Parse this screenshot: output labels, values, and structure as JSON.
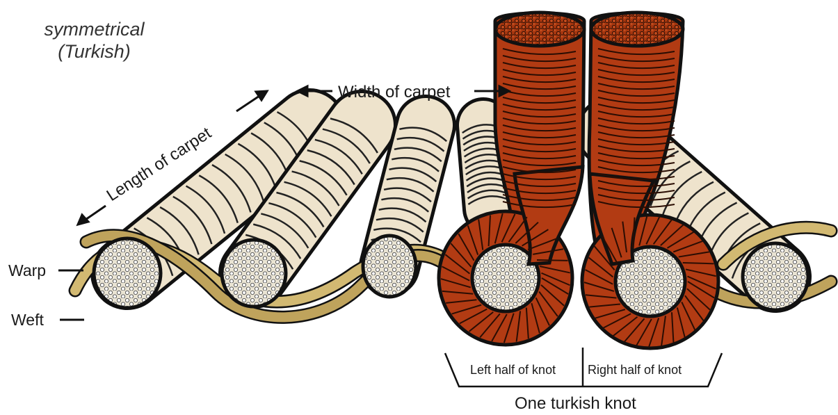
{
  "caption": {
    "line1": "symmetrical",
    "line2": "(Turkish)"
  },
  "labels": {
    "width_of_carpet": "Width of carpet",
    "length_of_carpet": "Length of carpet",
    "warp": "Warp",
    "weft": "Weft",
    "left_half": "Left half of knot",
    "right_half": "Right half of knot",
    "one_knot": "One turkish knot"
  },
  "colors": {
    "warp_fill": "#eee3cc",
    "warp_core": "#d9d3c2",
    "weft_fill": "#c9b06a",
    "knot_fill": "#b33a12",
    "outline": "#111111"
  }
}
